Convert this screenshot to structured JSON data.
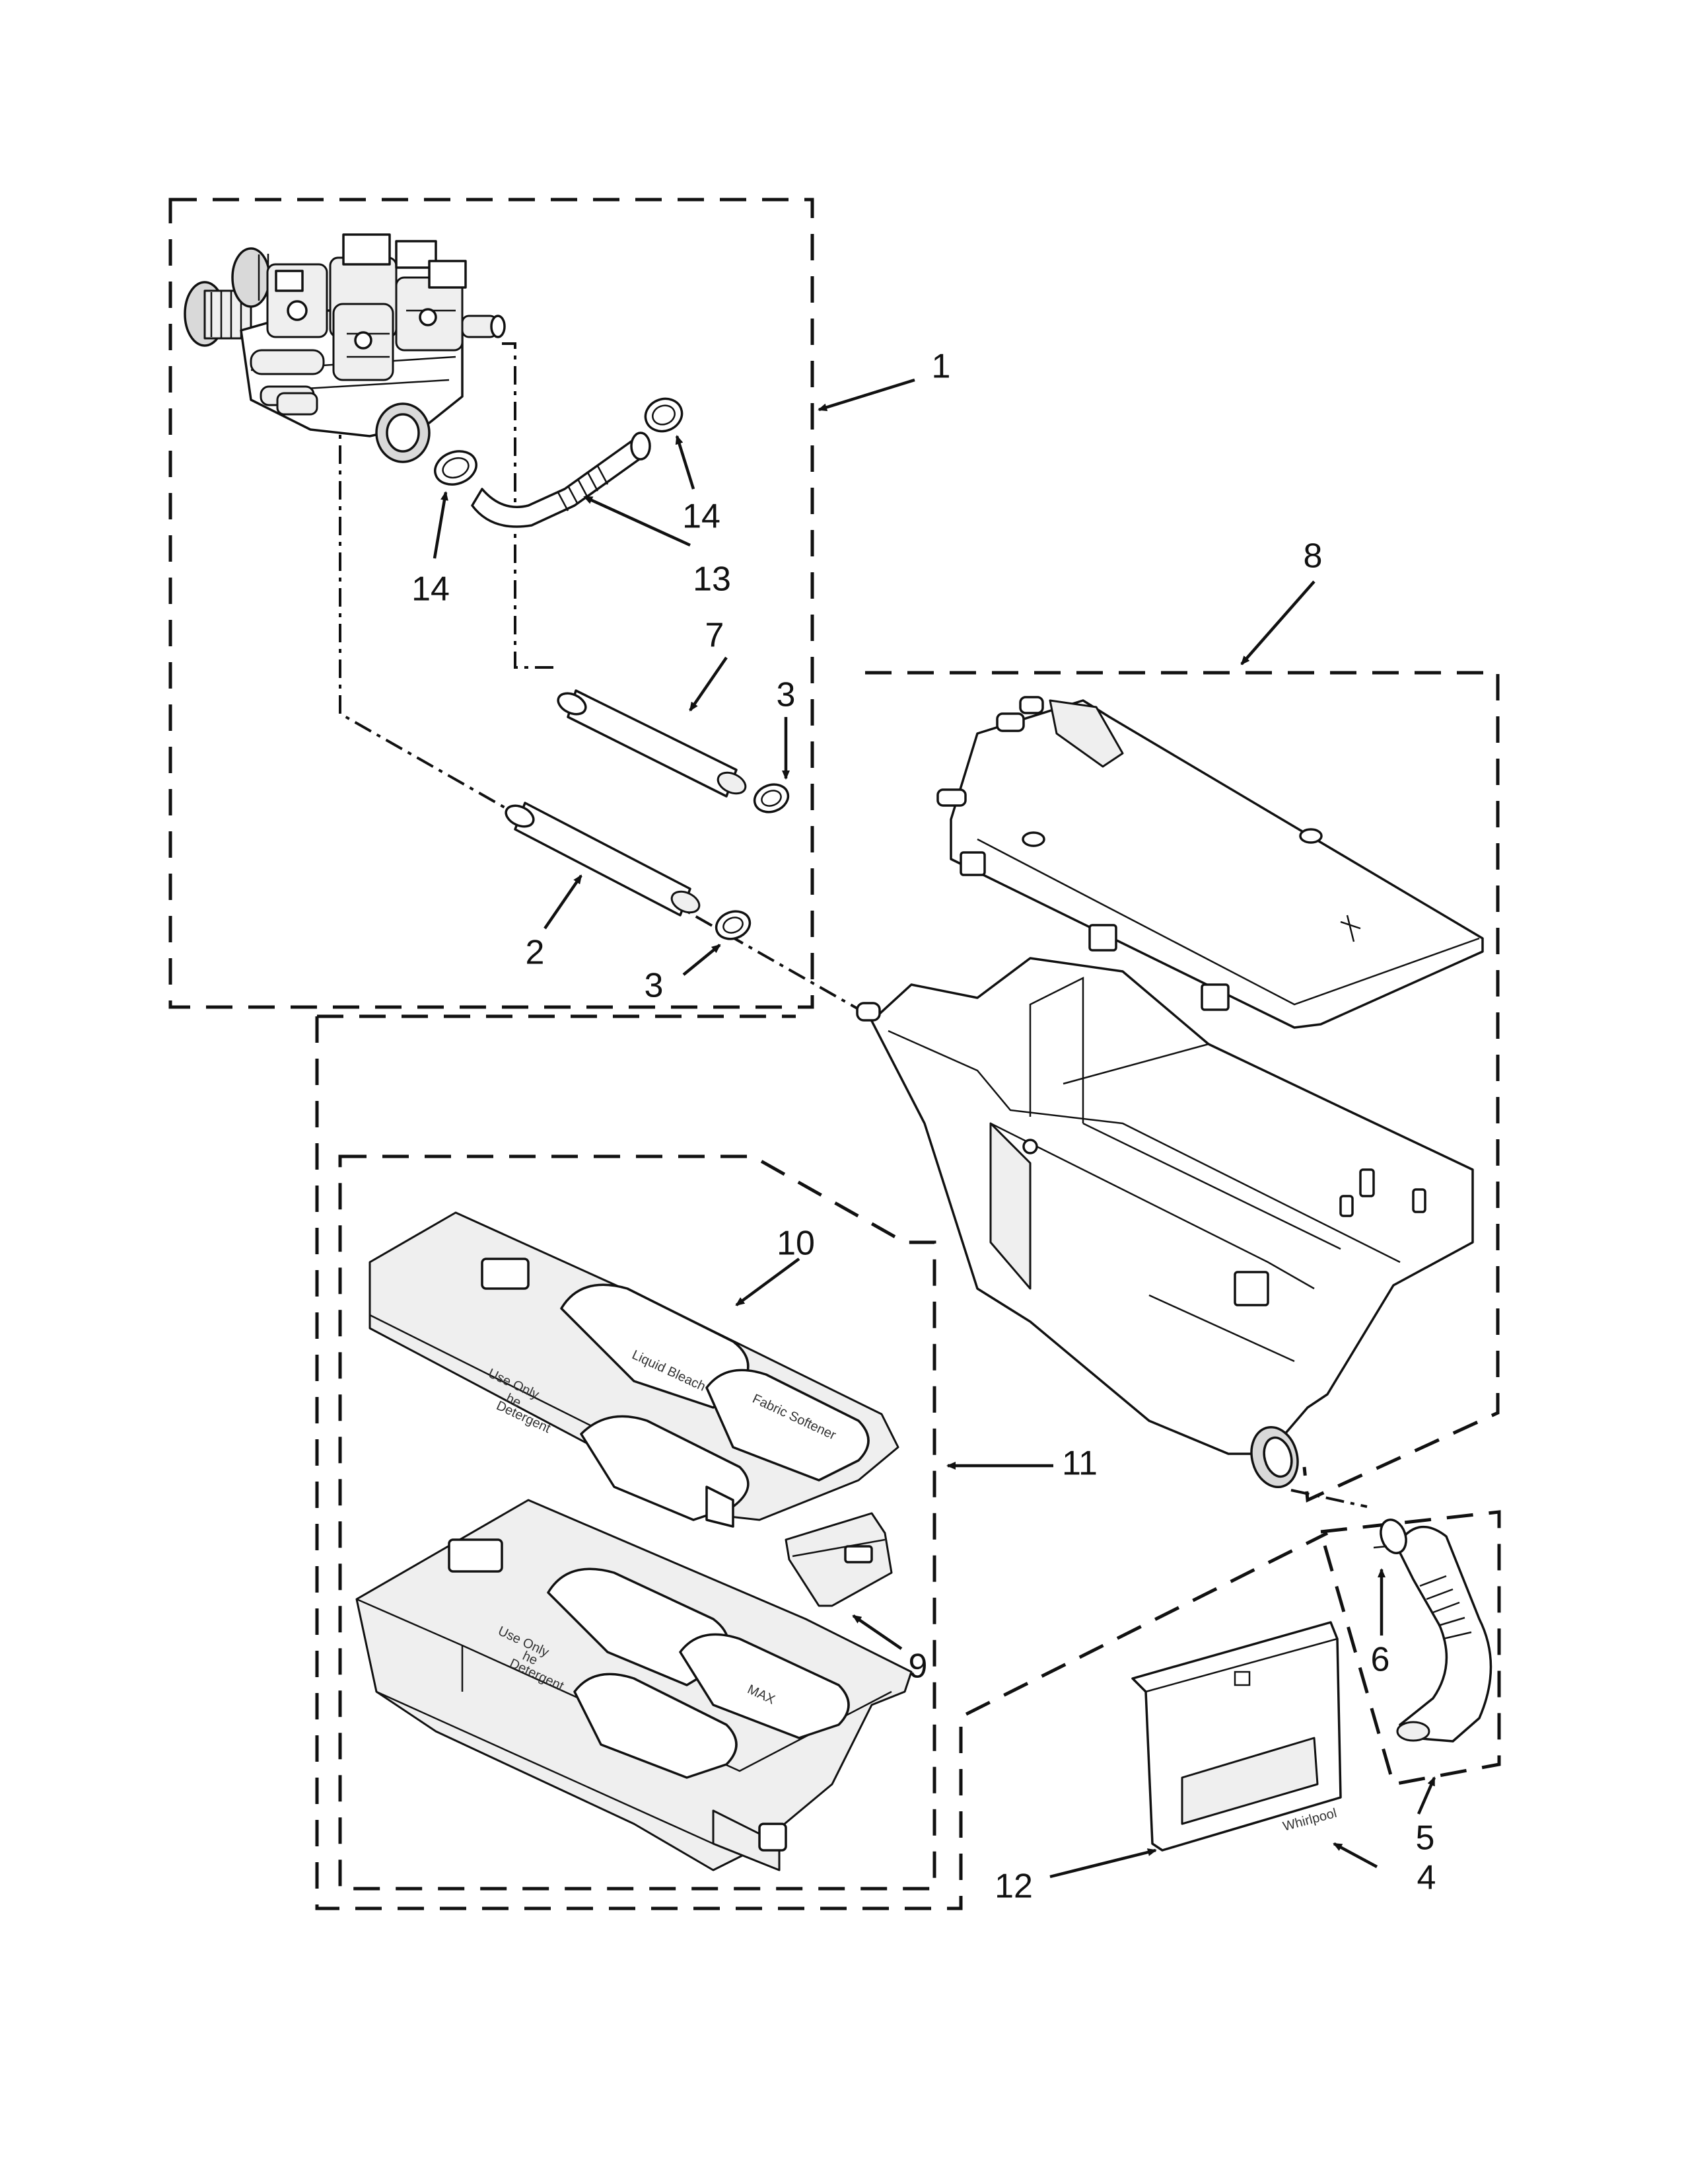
{
  "diagram": {
    "callouts": [
      {
        "id": "c1",
        "label": "1"
      },
      {
        "id": "c2",
        "label": "2"
      },
      {
        "id": "c3a",
        "label": "3"
      },
      {
        "id": "c3b",
        "label": "3"
      },
      {
        "id": "c4",
        "label": "4"
      },
      {
        "id": "c5",
        "label": "5"
      },
      {
        "id": "c6",
        "label": "6"
      },
      {
        "id": "c7",
        "label": "7"
      },
      {
        "id": "c8",
        "label": "8"
      },
      {
        "id": "c9",
        "label": "9"
      },
      {
        "id": "c10",
        "label": "10"
      },
      {
        "id": "c11",
        "label": "11"
      },
      {
        "id": "c12",
        "label": "12"
      },
      {
        "id": "c13",
        "label": "13"
      },
      {
        "id": "c14a",
        "label": "14"
      },
      {
        "id": "c14b",
        "label": "14"
      }
    ],
    "printed_text": {
      "use_only": "Use Only",
      "he": "he",
      "detergent": "Detergent",
      "liquid_bleach": "Liquid Bleach",
      "fabric_softener": "Fabric Softener",
      "max": "MAX",
      "brand_badge": "Whirlpool"
    }
  }
}
